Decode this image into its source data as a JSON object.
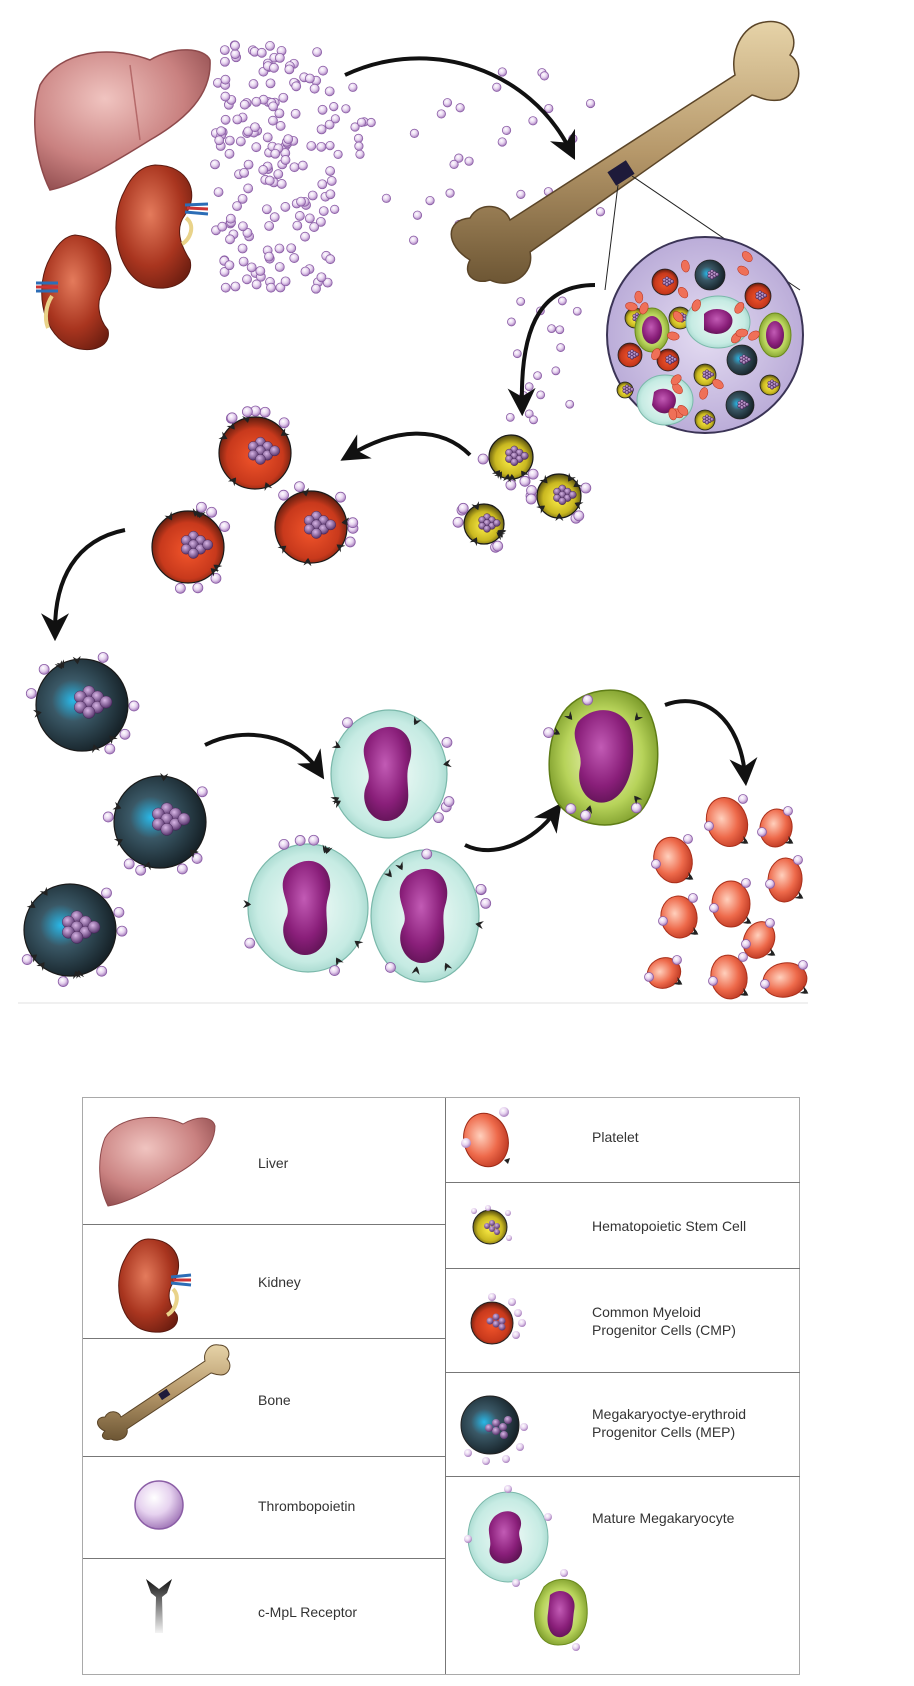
{
  "legend": {
    "left_column": [
      {
        "icon": "liver-icon",
        "label": "Liver"
      },
      {
        "icon": "kidney-icon",
        "label": "Kidney"
      },
      {
        "icon": "bone-icon",
        "label": "Bone"
      },
      {
        "icon": "thrombopoietin-icon",
        "label": "Thrombopoietin"
      },
      {
        "icon": "c-mpl-receptor-icon",
        "label": "c-MpL Receptor"
      }
    ],
    "right_column": [
      {
        "icon": "platelet-icon",
        "label": "Platelet"
      },
      {
        "icon": "hematopoietic-stem-cell-icon",
        "label": "Hematopoietic Stem Cell"
      },
      {
        "icon": "cmp-cell-icon",
        "label": "Common Myeloid\nProgenitor Cells (CMP)"
      },
      {
        "icon": "mep-cell-icon",
        "label": "Megakaryoctye-erythroid\nProgenitor Cells (MEP)"
      },
      {
        "icon": "mature-megakaryocyte-icon",
        "label": "Mature Megakaryocyte"
      }
    ]
  },
  "colors": {
    "liver": "#c47a78",
    "kidney": "#a8321f",
    "bone": "#b79b6c",
    "thrombopoietin": "#cfa9dc",
    "stem_cell": "#d8c825",
    "cmp": "#d6401f",
    "mep": "#2c3a44",
    "mep_nucleus": "#27a9d6",
    "megakaryocyte_body": "#bfe7df",
    "megakaryocyte_nucleus": "#8a1f7a",
    "mature_body": "#a9c94a",
    "platelet": "#e2543a"
  }
}
